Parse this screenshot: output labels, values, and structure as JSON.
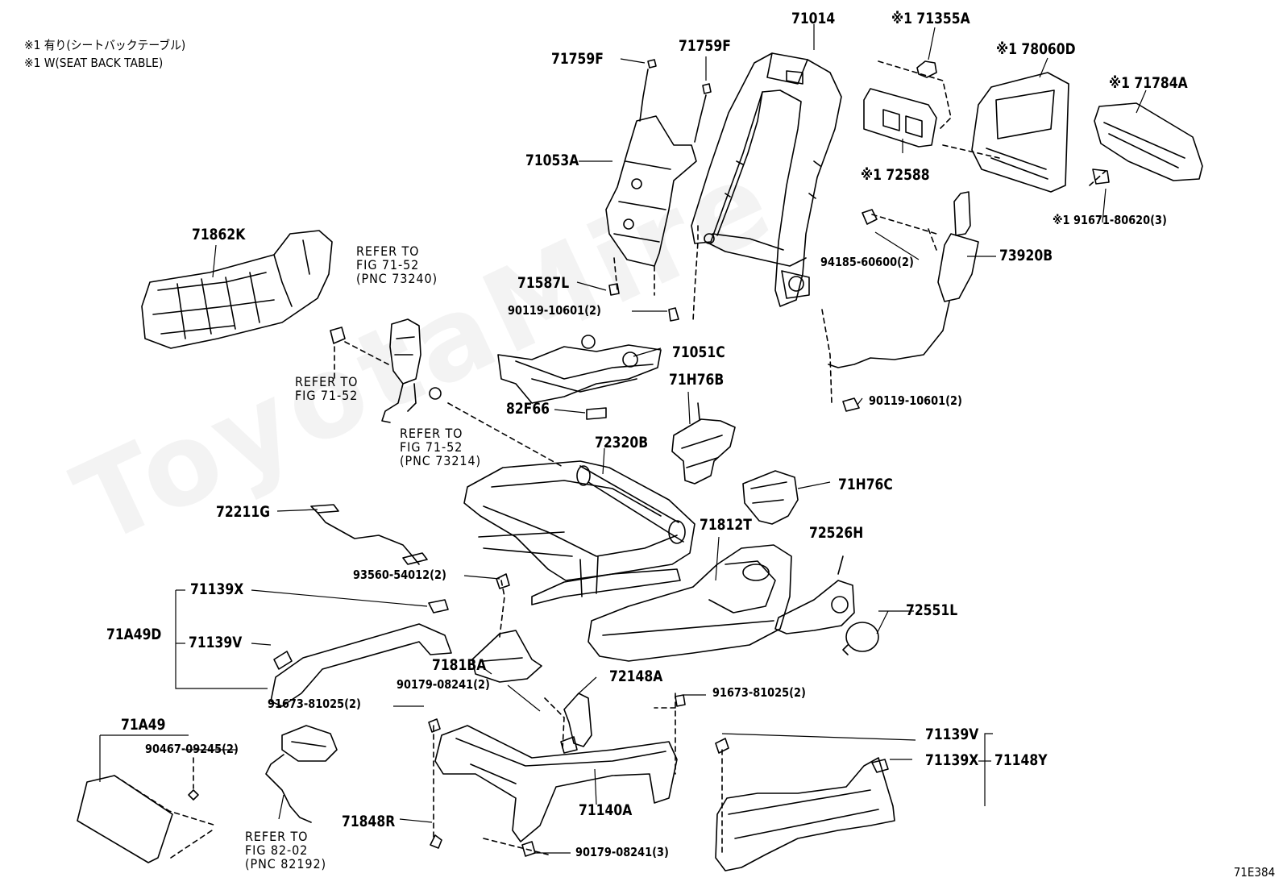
{
  "notes": {
    "line1": "※1 有り(シートバックテーブル)",
    "line2": "※1 W(SEAT BACK TABLE)"
  },
  "watermark": "ToyotaMire",
  "diagram_code": "71E384",
  "labels": {
    "p71014": "71014",
    "p71355A": "※1 71355A",
    "p78060D": "※1 78060D",
    "p71784A": "※1 71784A",
    "p71759F_a": "71759F",
    "p71759F_b": "71759F",
    "p71053A": "71053A",
    "p72588": "※1 72588",
    "p91671": "※1 91671-80620(3)",
    "p94185": "94185-60600(2)",
    "p73920B": "73920B",
    "p71862K": "71862K",
    "p71587L": "71587L",
    "p90119_a": "90119-10601(2)",
    "p71051C": "71051C",
    "p71H76B": "71H76B",
    "p82F66": "82F66",
    "p90119_b": "90119-10601(2)",
    "p72320B": "72320B",
    "p71H76C": "71H76C",
    "p72211G": "72211G",
    "p71812T": "71812T",
    "p72526H": "72526H",
    "p93560": "93560-54012(2)",
    "p71139X_a": "71139X",
    "p71A49D": "71A49D",
    "p71139V_a": "71139V",
    "p72551L": "72551L",
    "p7181BA": "7181BA",
    "p90179_a": "90179-08241(2)",
    "p72148A": "72148A",
    "p91673_a": "91673-81025(2)",
    "p91673_b": "91673-81025(2)",
    "p71A49": "71A49",
    "p90467": "90467-09245(2)",
    "p71139V_b": "71139V",
    "p71139X_b": "71139X",
    "p71148Y": "71148Y",
    "p71140A": "71140A",
    "p71848R": "71848R",
    "p90179_b": "90179-08241(3)"
  },
  "refs": {
    "r1": "REFER TO\nFIG 71-52\n(PNC 73240)",
    "r2": "REFER TO\nFIG 71-52",
    "r3": "REFER TO\nFIG 71-52\n(PNC 73214)",
    "r4": "REFER TO\nFIG 82-02\n(PNC 82192)"
  }
}
